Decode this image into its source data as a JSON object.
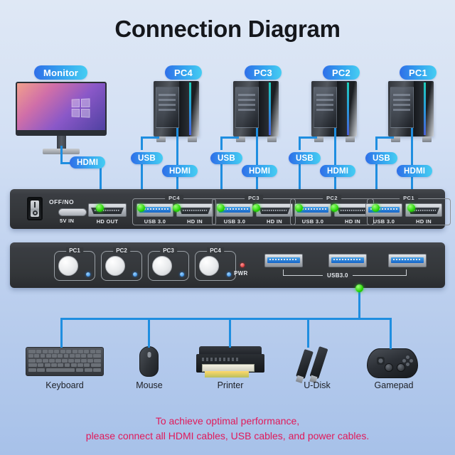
{
  "title": "Connection Diagram",
  "devices": {
    "monitor": {
      "label": "Monitor",
      "screen_icon": "windows-logo"
    },
    "pcs": [
      {
        "label": "PC4",
        "usb_label": "USB",
        "hdmi_label": "HDMI"
      },
      {
        "label": "PC3",
        "usb_label": "USB",
        "hdmi_label": "HDMI"
      },
      {
        "label": "PC2",
        "usb_label": "USB",
        "hdmi_label": "HDMI"
      },
      {
        "label": "PC1",
        "usb_label": "USB",
        "hdmi_label": "HDMI"
      }
    ],
    "monitor_cable_label": "HDMI"
  },
  "kvm_rear": {
    "power_switch_label": "OFF/NO",
    "power_in_label": "5V IN",
    "hd_out_label": "HD OUT",
    "groups": [
      {
        "name": "PC4",
        "ports": [
          {
            "label": "USB 3.0",
            "type": "usb"
          },
          {
            "label": "HD IN",
            "type": "hdmi"
          }
        ]
      },
      {
        "name": "PC3",
        "ports": [
          {
            "label": "USB 3.0",
            "type": "usb"
          },
          {
            "label": "HD IN",
            "type": "hdmi"
          }
        ]
      },
      {
        "name": "PC2",
        "ports": [
          {
            "label": "USB 3.0",
            "type": "usb"
          },
          {
            "label": "HD IN",
            "type": "hdmi"
          }
        ]
      },
      {
        "name": "PC1",
        "ports": [
          {
            "label": "USB 3.0",
            "type": "usb"
          },
          {
            "label": "HD IN",
            "type": "hdmi"
          }
        ]
      }
    ]
  },
  "kvm_front": {
    "buttons": [
      "PC1",
      "PC2",
      "PC3",
      "PC4"
    ],
    "power_led_label": "PWR",
    "usb_hub_label": "USB3.0",
    "usb_port_count": 3
  },
  "peripherals": [
    {
      "label": "Keyboard",
      "icon": "keyboard-icon"
    },
    {
      "label": "Mouse",
      "icon": "mouse-icon"
    },
    {
      "label": "Printer",
      "icon": "printer-icon"
    },
    {
      "label": "U-Disk",
      "icon": "usb-flash-drive-icon"
    },
    {
      "label": "Gamepad",
      "icon": "gamepad-icon"
    }
  ],
  "caption": {
    "line1": "To achieve optimal performance,",
    "line2": "please connect all HDMI cables, USB cables, and power cables."
  },
  "colors": {
    "cable": "#1f8ee0",
    "pill_start": "#2f6fe8",
    "pill_end": "#46cdf2",
    "caption": "#e1195a",
    "led_green": "#27d406",
    "led_blue": "#1f7fe0",
    "led_red": "#d41414",
    "background_top": "#dfe8f5",
    "background_bottom": "#a7c1e9"
  }
}
